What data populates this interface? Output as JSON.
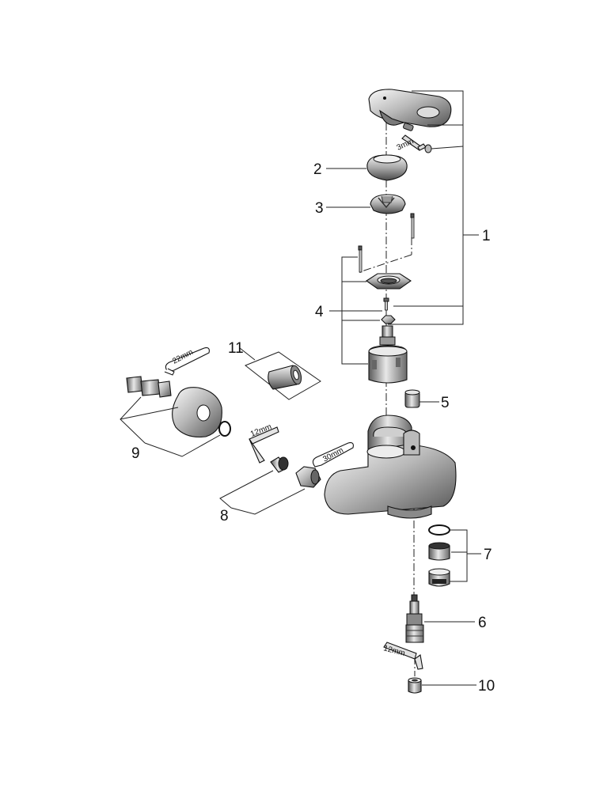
{
  "diagram": {
    "callouts": [
      {
        "id": "1",
        "label": "1"
      },
      {
        "id": "2",
        "label": "2"
      },
      {
        "id": "3",
        "label": "3"
      },
      {
        "id": "4",
        "label": "4"
      },
      {
        "id": "5",
        "label": "5"
      },
      {
        "id": "6",
        "label": "6"
      },
      {
        "id": "7",
        "label": "7"
      },
      {
        "id": "8",
        "label": "8"
      },
      {
        "id": "9",
        "label": "9"
      },
      {
        "id": "10",
        "label": "10"
      },
      {
        "id": "11",
        "label": "11"
      }
    ],
    "tool_labels": {
      "hex_key_3": "3mm",
      "spanner_22": "22mm",
      "hex_key_12_upper": "12mm",
      "spanner_30": "30mm",
      "hex_key_12_lower": "12mm"
    }
  }
}
